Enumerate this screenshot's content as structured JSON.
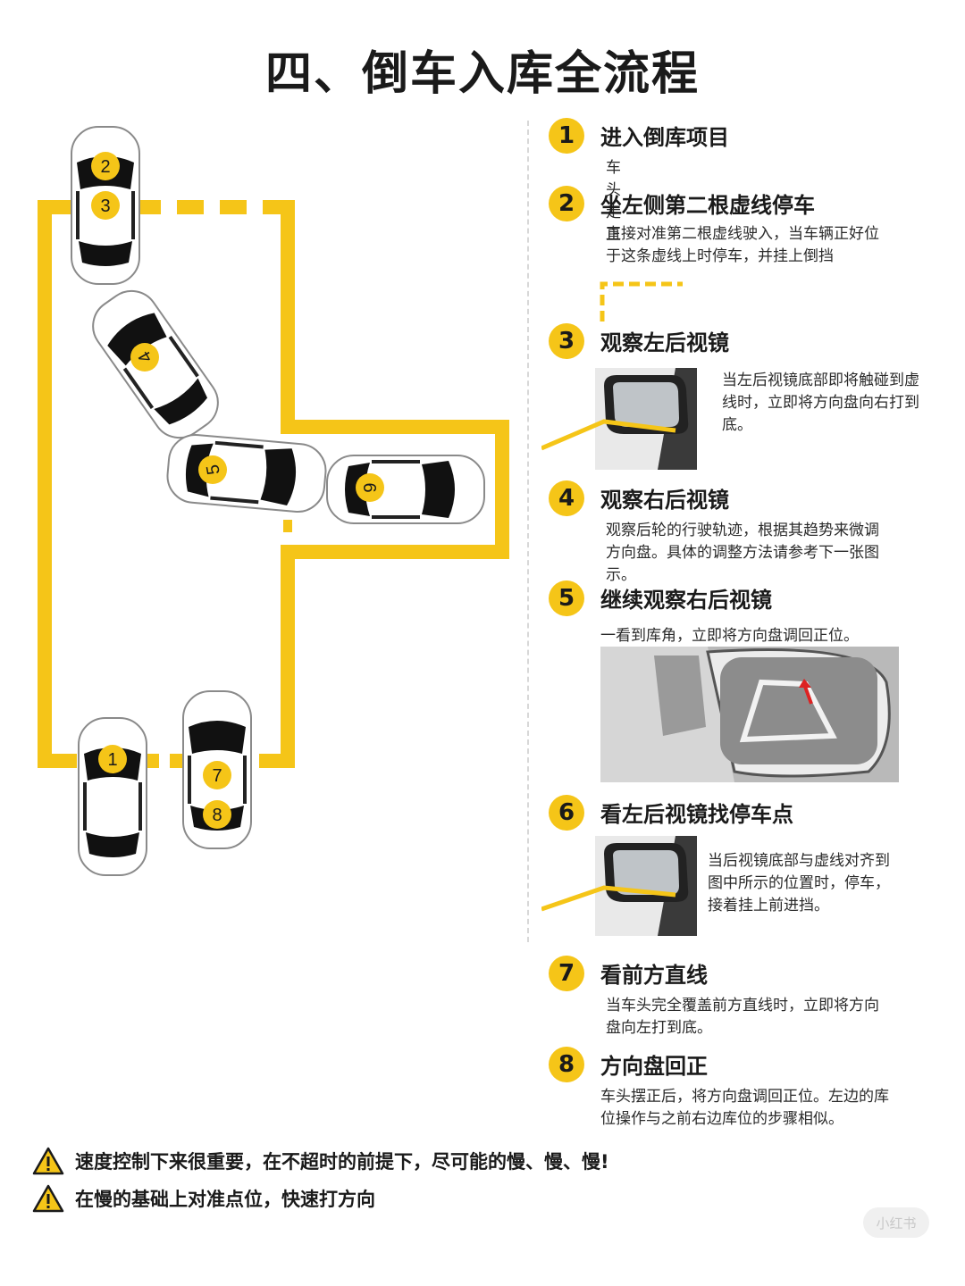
{
  "title": "四、倒车入库全流程",
  "colors": {
    "accent": "#f5c518",
    "line": "#f5c518",
    "text": "#1a1a1a"
  },
  "cars": [
    "1",
    "2",
    "3",
    "4",
    "5",
    "6",
    "7",
    "8"
  ],
  "steps": [
    {
      "num": "1",
      "title": "进入倒库项目",
      "desc": [
        "车头走正"
      ]
    },
    {
      "num": "2",
      "title": "坐左侧第二根虚线停车",
      "desc": [
        "直接对准第二根虚线驶入，当车辆正好位",
        "于这条虚线上时停车，并挂上倒挡"
      ]
    },
    {
      "num": "3",
      "title": "观察左后视镜",
      "desc": [
        "当左后视镜底部即将触碰到虚",
        "线时，立即将方向盘向右打到",
        "底。"
      ]
    },
    {
      "num": "4",
      "title": "观察右后视镜",
      "desc": [
        "观察后轮的行驶轨迹，根据其趋势来微调",
        "方向盘。具体的调整方法请参考下一张图",
        "示。"
      ]
    },
    {
      "num": "5",
      "title": "继续观察右后视镜",
      "desc": [
        "一看到库角，立即将方向盘调回正位。"
      ]
    },
    {
      "num": "6",
      "title": "看左后视镜找停车点",
      "desc": [
        "当后视镜底部与虚线对齐到",
        "图中所示的位置时，停车，",
        "接着挂上前进挡。"
      ]
    },
    {
      "num": "7",
      "title": "看前方直线",
      "desc": [
        "当车头完全覆盖前方直线时，立即将方向",
        "盘向左打到底。"
      ]
    },
    {
      "num": "8",
      "title": "方向盘回正",
      "desc": [
        "车头摆正后，将方向盘调回正位。左边的库",
        "位操作与之前右边库位的步骤相似。"
      ]
    }
  ],
  "warnings": [
    "速度控制下来很重要，在不超时的前提下，尽可能的慢、慢、慢!",
    "在慢的基础上对准点位，快速打方向"
  ],
  "watermark": "小红书"
}
